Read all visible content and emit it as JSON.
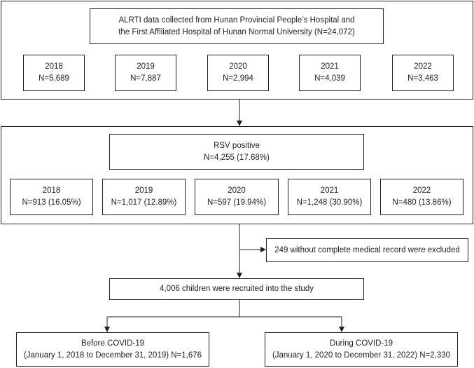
{
  "source": {
    "line1": "ALRTI data collected from Hunan Provincial People’s Hospital and",
    "line2": "the First Affiliated Hospital of Hunan Normal University (N=24,072)"
  },
  "collected_years": [
    {
      "year": "2018",
      "n": "N=5,689"
    },
    {
      "year": "2019",
      "n": "N=7,887"
    },
    {
      "year": "2020",
      "n": "N=2,994"
    },
    {
      "year": "2021",
      "n": "N=4,039"
    },
    {
      "year": "2022",
      "n": "N=3,463"
    }
  ],
  "rsv": {
    "title": "RSV positive",
    "n": "N=4,255 (17.68%)"
  },
  "rsv_years": [
    {
      "year": "2018",
      "n": "N=913 (16.05%)"
    },
    {
      "year": "2019",
      "n": "N=1,017 (12.89%)"
    },
    {
      "year": "2020",
      "n": "N=597 (19.94%)"
    },
    {
      "year": "2021",
      "n": "N=1,248 (30.90%)"
    },
    {
      "year": "2022",
      "n": "N=480 (13.86%)"
    }
  ],
  "excluded": "249 without  complete medical record were excluded",
  "recruited": "4,006 children were recruited into the study",
  "before": {
    "title": "Before COVID-19",
    "detail": "(January 1, 2018 to December 31, 2019) N=1,676"
  },
  "during": {
    "title": "During COVID-19",
    "detail": "(January 1, 2020 to December 31, 2022) N=2,330"
  }
}
